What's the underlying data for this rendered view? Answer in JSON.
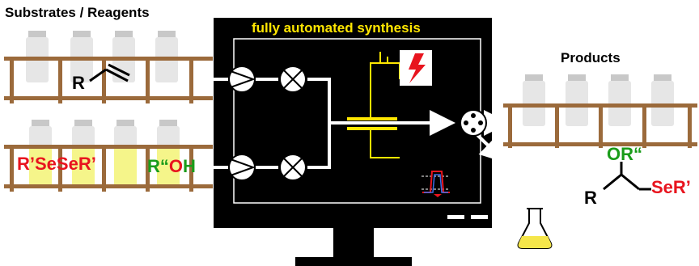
{
  "labels": {
    "left_title": "Substrates / Reagents",
    "screen_title": "fully automated synthesis",
    "right_title": "Products"
  },
  "chem": {
    "alkene_r": "R",
    "diselenide_r1": "R’",
    "diselenide_se1": "Se",
    "diselenide_se2": "Se",
    "diselenide_r2": "R’",
    "alcohol_r": "R“",
    "alcohol_o": "O",
    "alcohol_h": "H",
    "product_or": "OR“",
    "product_r": "R",
    "product_se": "Se",
    "product_r2": "R’"
  },
  "colors": {
    "screen": "#000000",
    "screen_title": "#ffe600",
    "cell": "#ffe600",
    "shelf": "#9b6a3b",
    "vial": "#e6e6e6",
    "vial_solution": "#f5f58a",
    "red": "#e8141e",
    "green": "#1a9c1a"
  },
  "icons": [
    "lightning-icon",
    "pump-icon",
    "valve-icon",
    "collector-icon",
    "flask-icon",
    "monitor-icon"
  ]
}
